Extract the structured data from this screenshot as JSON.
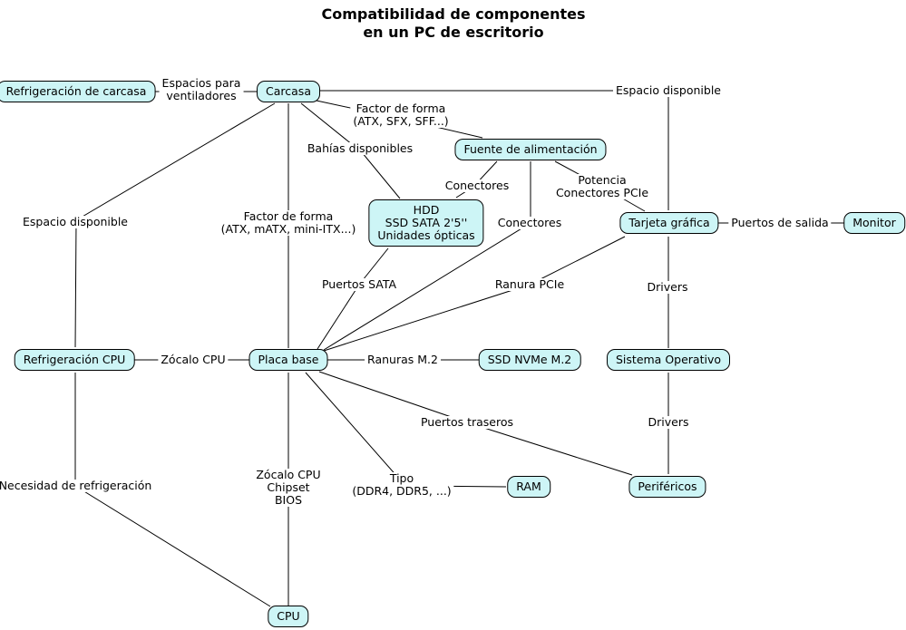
{
  "title": "Compatibilidad de componentes\nen un PC de escritorio",
  "colors": {
    "background": "#ffffff",
    "node_fill": "#cdf5f6",
    "node_border": "#000000",
    "line": "#000000",
    "text": "#000000"
  },
  "nodes": {
    "refrigeracion_carcasa": "Refrigeración de carcasa",
    "carcasa": "Carcasa",
    "fuente_alimentacion": "Fuente de alimentación",
    "almacenamiento": "HDD\nSSD SATA 2'5''\nUnidades ópticas",
    "tarjeta_grafica": "Tarjeta gráfica",
    "monitor": "Monitor",
    "refrigeracion_cpu": "Refrigeración CPU",
    "placa_base": "Placa base",
    "ssd_nvme": "SSD NVMe M.2",
    "sistema_operativo": "Sistema Operativo",
    "ram": "RAM",
    "perifericos": "Periféricos",
    "cpu": "CPU"
  },
  "edge_labels": {
    "espacios_ventiladores": "Espacios para\nventiladores",
    "espacio_disponible_grafica": "Espacio disponible",
    "factor_forma_fuente": "Factor de forma\n(ATX, SFX, SFF...)",
    "bahias_disponibles": "Bahías disponibles",
    "conectores_hdd": "Conectores",
    "potencia_pcie": "Potencia\nConectores PCIe",
    "espacio_disponible_cpu": "Espacio disponible",
    "factor_forma_placa": "Factor de forma\n(ATX, mATX, mini-ITX...)",
    "conectores_placa": "Conectores",
    "puertos_salida": "Puertos de salida",
    "puertos_sata": "Puertos SATA",
    "ranura_pcie": "Ranura PCIe",
    "drivers_so": "Drivers",
    "zocalo_cpu": "Zócalo CPU",
    "ranuras_m2": "Ranuras M.2",
    "puertos_traseros": "Puertos traseros",
    "drivers_perifericos": "Drivers",
    "necesidad_refrigeracion": "Necesidad de refrigeración",
    "zocalo_chipset_bios": "Zócalo CPU\nChipset\nBIOS",
    "tipo_ram": "Tipo\n(DDR4, DDR5, ...)"
  },
  "edges": [
    {
      "from": "Refrigeración de carcasa",
      "to": "Carcasa",
      "label": "Espacios para ventiladores"
    },
    {
      "from": "Carcasa",
      "to": "Tarjeta gráfica",
      "label": "Espacio disponible"
    },
    {
      "from": "Carcasa",
      "to": "Fuente de alimentación",
      "label": "Factor de forma (ATX, SFX, SFF...)"
    },
    {
      "from": "Carcasa",
      "to": "HDD SSD SATA 2'5'' Unidades ópticas",
      "label": "Bahías disponibles"
    },
    {
      "from": "Carcasa",
      "to": "Refrigeración CPU",
      "label": "Espacio disponible"
    },
    {
      "from": "Carcasa",
      "to": "Placa base",
      "label": "Factor de forma (ATX, mATX, mini-ITX...)"
    },
    {
      "from": "Fuente de alimentación",
      "to": "HDD SSD SATA 2'5'' Unidades ópticas",
      "label": "Conectores"
    },
    {
      "from": "Fuente de alimentación",
      "to": "Placa base",
      "label": "Conectores"
    },
    {
      "from": "Fuente de alimentación",
      "to": "Tarjeta gráfica",
      "label": "Potencia Conectores PCIe"
    },
    {
      "from": "Tarjeta gráfica",
      "to": "Monitor",
      "label": "Puertos de salida"
    },
    {
      "from": "Tarjeta gráfica",
      "to": "Sistema Operativo",
      "label": "Drivers"
    },
    {
      "from": "Tarjeta gráfica",
      "to": "Placa base",
      "label": "Ranura PCIe"
    },
    {
      "from": "HDD SSD SATA 2'5'' Unidades ópticas",
      "to": "Placa base",
      "label": "Puertos SATA"
    },
    {
      "from": "Refrigeración CPU",
      "to": "Placa base",
      "label": "Zócalo CPU"
    },
    {
      "from": "Placa base",
      "to": "SSD NVMe M.2",
      "label": "Ranuras M.2"
    },
    {
      "from": "Placa base",
      "to": "Periféricos",
      "label": "Puertos traseros"
    },
    {
      "from": "Sistema Operativo",
      "to": "Periféricos",
      "label": "Drivers"
    },
    {
      "from": "Refrigeración CPU",
      "to": "CPU",
      "label": "Necesidad de refrigeración"
    },
    {
      "from": "Placa base",
      "to": "CPU",
      "label": "Zócalo CPU Chipset BIOS"
    },
    {
      "from": "Placa base",
      "to": "RAM",
      "label": "Tipo (DDR4, DDR5, ...)"
    }
  ]
}
